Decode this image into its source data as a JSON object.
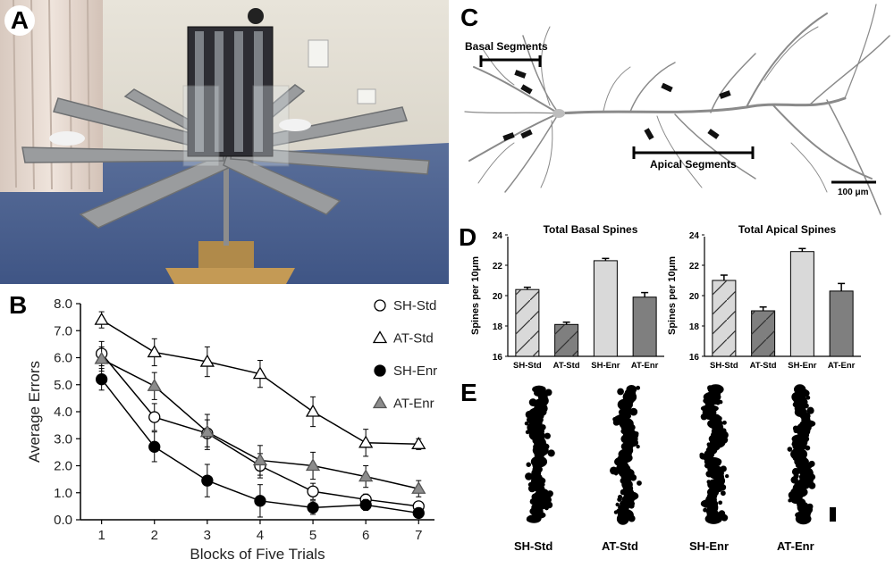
{
  "panel_letters": {
    "a": "A",
    "b": "B",
    "c": "C",
    "d": "D",
    "e": "E"
  },
  "panel_c": {
    "basal_label": "Basal Segments",
    "apical_label": "Apical Segments",
    "scale_label": "100 μm"
  },
  "panel_e": {
    "labels": [
      "SH-Std",
      "AT-Std",
      "SH-Enr",
      "AT-Enr"
    ]
  },
  "colors": {
    "gray_marker": "#8c8c8c",
    "bar_light": "#d9d9d9",
    "bar_dark": "#7f7f7f"
  },
  "chart_data": [
    {
      "type": "line",
      "xlabel": "Blocks of Five Trials",
      "ylabel": "Average Errors",
      "x": [
        1,
        2,
        3,
        4,
        5,
        6,
        7
      ],
      "ylim": [
        0,
        8
      ],
      "yticks": [
        "0.0",
        "1.0",
        "2.0",
        "3.0",
        "4.0",
        "5.0",
        "6.0",
        "7.0",
        "8.0"
      ],
      "grid": false,
      "legend_position": "right",
      "series": [
        {
          "name": "SH-Std",
          "marker": "open-circle",
          "values": [
            6.15,
            3.8,
            3.2,
            2.0,
            1.05,
            0.75,
            0.5
          ],
          "errors": [
            0.45,
            0.5,
            0.5,
            0.45,
            0.3,
            0.2,
            0.15
          ]
        },
        {
          "name": "AT-Std",
          "marker": "open-triangle",
          "values": [
            7.4,
            6.2,
            5.85,
            5.4,
            4.0,
            2.85,
            2.8
          ],
          "errors": [
            0.3,
            0.5,
            0.55,
            0.5,
            0.55,
            0.5,
            0.2
          ]
        },
        {
          "name": "SH-Enr",
          "marker": "filled-circle",
          "values": [
            5.2,
            2.7,
            1.45,
            0.7,
            0.45,
            0.55,
            0.25
          ],
          "errors": [
            0.4,
            0.55,
            0.6,
            0.6,
            0.25,
            0.2,
            0.1
          ]
        },
        {
          "name": "AT-Enr",
          "marker": "gray-triangle",
          "values": [
            5.95,
            4.95,
            3.25,
            2.2,
            2.0,
            1.6,
            1.15
          ],
          "errors": [
            0.45,
            0.5,
            0.65,
            0.55,
            0.5,
            0.4,
            0.3
          ]
        }
      ]
    },
    {
      "type": "bar",
      "title": "Total Basal Spines",
      "ylabel": "Spines per 10μm",
      "categories": [
        "SH-Std",
        "AT-Std",
        "SH-Enr",
        "AT-Enr"
      ],
      "values": [
        20.4,
        18.1,
        22.3,
        19.9
      ],
      "errors": [
        0.15,
        0.15,
        0.15,
        0.3
      ],
      "ylim": [
        16,
        24
      ],
      "yticks": [
        "16",
        "18",
        "20",
        "22",
        "24"
      ]
    },
    {
      "type": "bar",
      "title": "Total Apical Spines",
      "ylabel": "Spines per 10μm",
      "categories": [
        "SH-Std",
        "AT-Std",
        "SH-Enr",
        "AT-Enr"
      ],
      "values": [
        21.0,
        19.0,
        22.9,
        20.3
      ],
      "errors": [
        0.35,
        0.25,
        0.2,
        0.5
      ],
      "ylim": [
        16,
        24
      ],
      "yticks": [
        "16",
        "18",
        "20",
        "22",
        "24"
      ]
    }
  ]
}
